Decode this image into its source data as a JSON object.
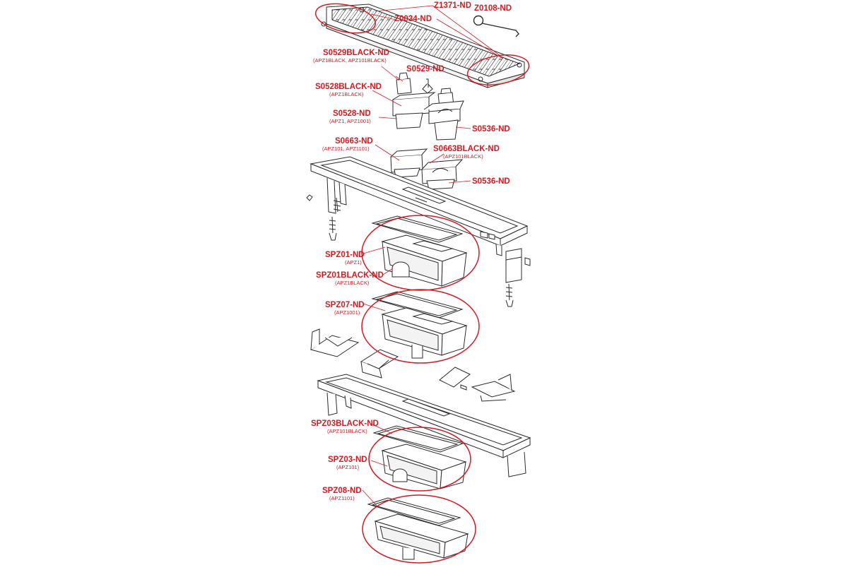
{
  "accent_color": "#d71920",
  "line_color": "#2b2b2b",
  "labels": {
    "z1371": "Z1371-ND",
    "z0034": "Z0034-ND",
    "z0108": "Z0108-ND",
    "s0529black": "S0529BLACK-ND",
    "s0529black_sub": "(APZ1BLACK, APZ101BLACK)",
    "s0529": "S0529-ND",
    "s0528black": "S0528BLACK-ND",
    "s0528black_sub": "(APZ1BLACK)",
    "s0528": "S0528-ND",
    "s0528_sub": "(APZ1, APZ1001)",
    "s0536_a": "S0536-ND",
    "s0663": "S0663-ND",
    "s0663_sub": "(APZ101, APZ1101)",
    "s0663black": "S0663BLACK-ND",
    "s0663black_sub": "(APZ101BLACK)",
    "s0536_b": "S0536-ND",
    "spz01": "SPZ01-ND",
    "spz01_sub": "(APZ1)",
    "spz01black": "SPZ01BLACK-ND",
    "spz01black_sub": "(APZ1BLACK)",
    "spz07": "SPZ07-ND",
    "spz07_sub": "(APZ1001)",
    "spz03black": "SPZ03BLACK-ND",
    "spz03black_sub": "(APZ101BLACK)",
    "spz03": "SPZ03-ND",
    "spz03_sub": "(APZ101)",
    "spz08": "SPZ08-ND",
    "spz08_sub": "(APZ1101)"
  }
}
